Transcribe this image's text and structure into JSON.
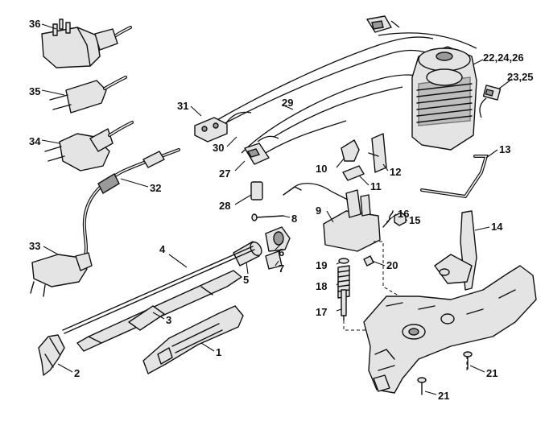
{
  "callouts": {
    "c1": "1",
    "c2": "2",
    "c3": "3",
    "c4": "4",
    "c5": "5",
    "c6": "6",
    "c7": "7",
    "c8": "8",
    "c9": "9",
    "c10": "10",
    "c11": "11",
    "c12": "12",
    "c13": "13",
    "c14": "14",
    "c15": "15",
    "c16": "16",
    "c17": "17",
    "c18": "18",
    "c19": "19",
    "c20": "20",
    "c21a": "21",
    "c21b": "21",
    "c22": "22,24,26",
    "c23": "23,25",
    "c27": "27",
    "c28": "28",
    "c29": "29",
    "c30": "30",
    "c31": "31",
    "c32": "32",
    "c33": "33",
    "c34": "34",
    "c35": "35",
    "c36": "36"
  }
}
